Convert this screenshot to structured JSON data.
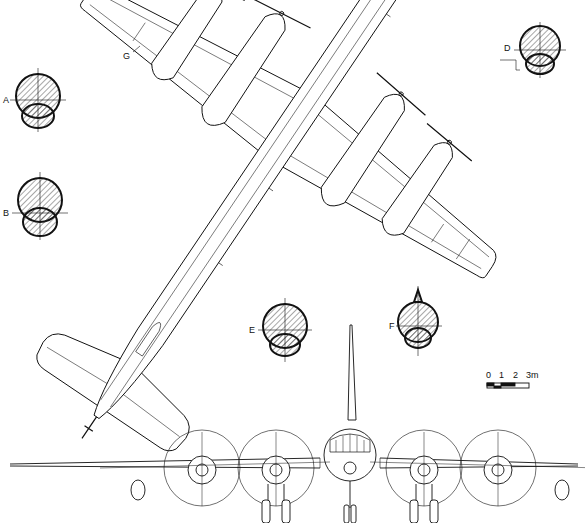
{
  "diagram": {
    "labels": [
      "A",
      "B",
      "G",
      "D",
      "E",
      "F",
      "0",
      "1",
      "2",
      "3m"
    ]
  }
}
